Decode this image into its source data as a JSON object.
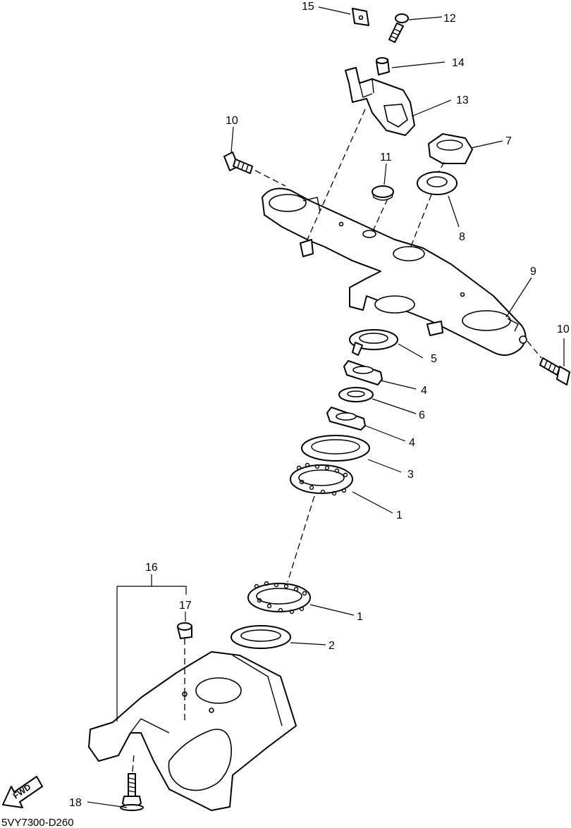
{
  "drawing_code": "5VY7300-D260",
  "fwd_label": "FWD",
  "callouts": {
    "c15": "15",
    "c12": "12",
    "c14": "14",
    "c13": "13",
    "c10a": "10",
    "c11": "11",
    "c7": "7",
    "c8": "8",
    "c9": "9",
    "c10b": "10",
    "c5": "5",
    "c4a": "4",
    "c6": "6",
    "c4b": "4",
    "c3": "3",
    "c1a": "1",
    "c16": "16",
    "c17": "17",
    "c1b": "1",
    "c2": "2",
    "c18": "18"
  }
}
